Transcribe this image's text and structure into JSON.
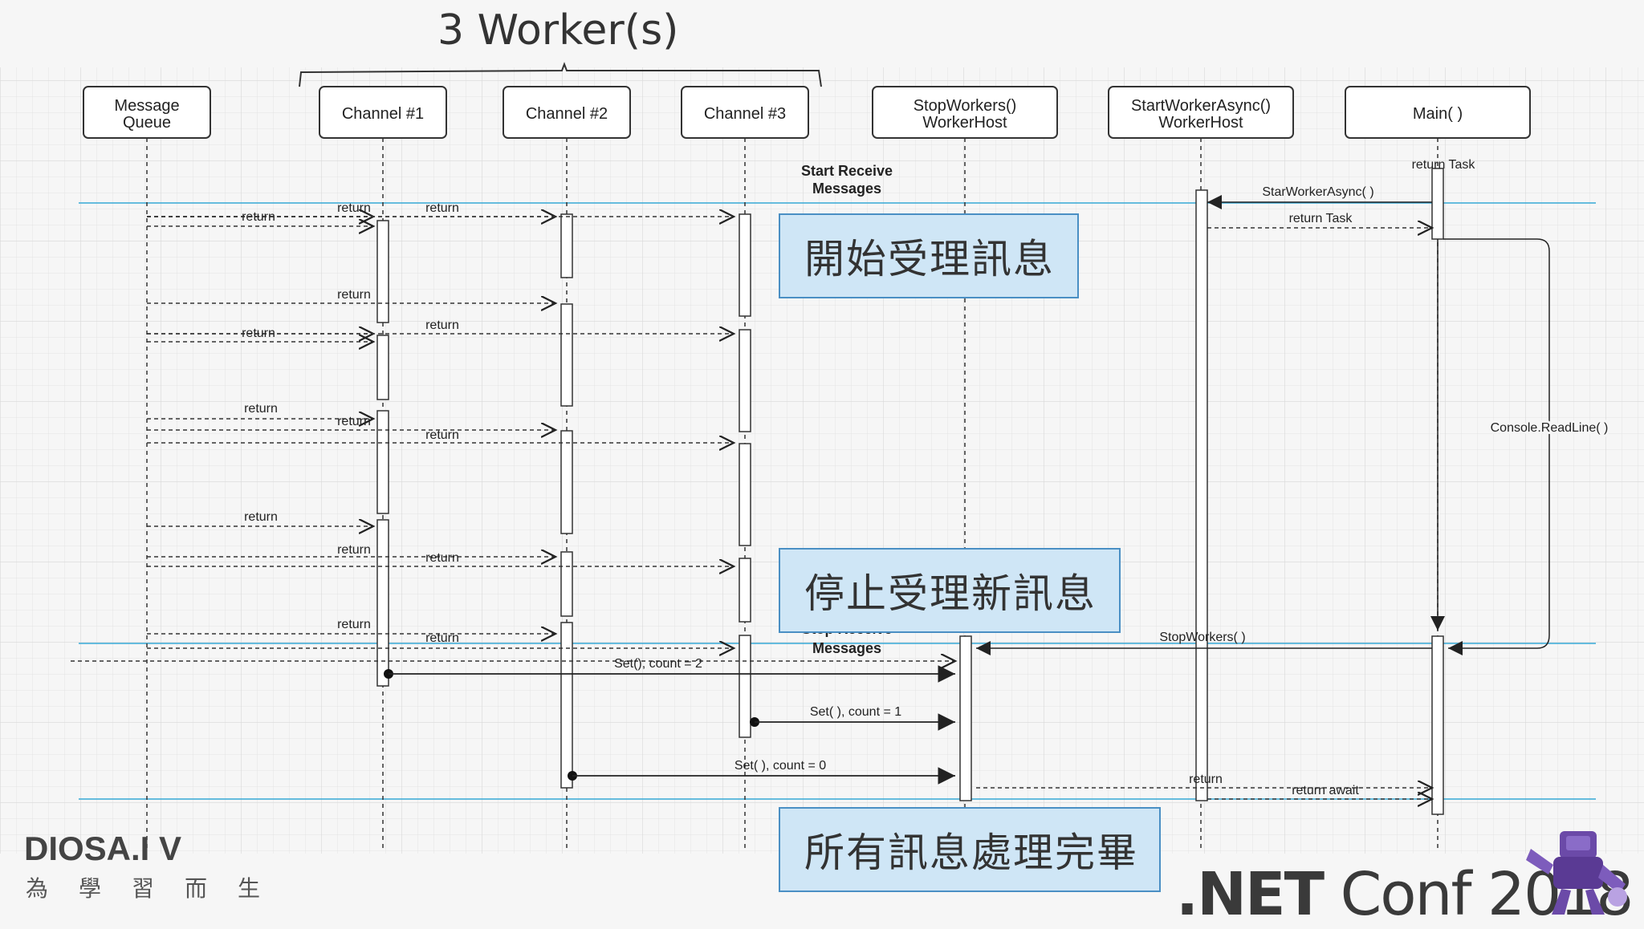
{
  "title": "3 Worker(s)",
  "participants": [
    {
      "id": "mq",
      "label_lines": [
        "Message",
        "Queue"
      ]
    },
    {
      "id": "ch1",
      "label_lines": [
        "Channel #1"
      ]
    },
    {
      "id": "ch2",
      "label_lines": [
        "Channel #2"
      ]
    },
    {
      "id": "ch3",
      "label_lines": [
        "Channel #3"
      ]
    },
    {
      "id": "stop",
      "label_lines": [
        "StopWorkers()",
        "WorkerHost"
      ]
    },
    {
      "id": "start",
      "label_lines": [
        "StartWorkerAsync()",
        "WorkerHost"
      ]
    },
    {
      "id": "main",
      "label_lines": [
        "Main( )"
      ]
    }
  ],
  "messages": {
    "return": "return",
    "return_task": "return Task",
    "star_worker_async": "StarWorkerAsync( )",
    "console_readline": "Console.ReadLine( )",
    "stop_workers": "StopWorkers( )",
    "set_count_2": "Set(), count = 2",
    "set_count_1": "Set( ), count = 1",
    "set_count_0": "Set( ), count = 0",
    "return_await": "return await"
  },
  "notes": {
    "start_receive": [
      "Start Receive",
      "Messages"
    ],
    "stop_receive": [
      "Stop Receive",
      "Messages"
    ]
  },
  "callouts": {
    "start": "開始受理訊息",
    "stop": "停止受理新訊息",
    "done": "所有訊息處理完畢"
  },
  "footer": {
    "conf_brand": ".NET",
    "conf_rest": " Conf 2018",
    "motto": "為學習而生",
    "logo_glitch": "DIOSA.I V"
  },
  "colors": {
    "guide_line": "#35a8d6",
    "callout_fill": "#cfe6f6",
    "callout_border": "#4a8fc4"
  }
}
